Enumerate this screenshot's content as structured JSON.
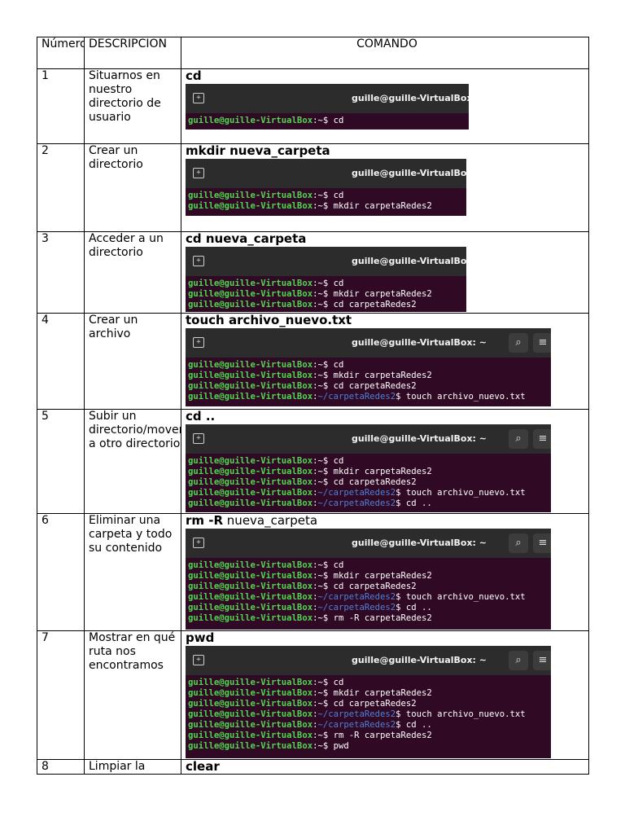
{
  "header": {
    "num": "Número",
    "desc": "DESCRIPCION",
    "cmd": "COMANDO"
  },
  "user": "guille@guille-VirtualBox",
  "prompt_prefix": ":~$ ",
  "rows": [
    {
      "num": "1",
      "desc": "Situarnos en nuestro directorio de usuario",
      "cmd_bold": "cd",
      "cmd_rest": "",
      "title": "guille@guille-VirtualBox: ~",
      "show_buttons": false,
      "lines": [
        {
          "u": "guille@guille-VirtualBox",
          "s": ":~$ ",
          "c": "cd"
        }
      ]
    },
    {
      "num": "2",
      "desc": "Crear un directorio",
      "cmd_bold": "mkdir nueva_carpeta",
      "cmd_rest": "",
      "title": "guille@guille-VirtualBox:",
      "show_buttons": false,
      "lines": [
        {
          "u": "guille@guille-VirtualBox",
          "s": ":~$ ",
          "c": "cd"
        },
        {
          "u": "guille@guille-VirtualBox",
          "s": ":~$ ",
          "c": "mkdir carpetaRedes2"
        }
      ]
    },
    {
      "num": "3",
      "desc": "Acceder a un directorio",
      "cmd_bold": "cd nueva_carpeta",
      "cmd_rest": "",
      "title": "guille@guille-VirtualBox:",
      "show_buttons": false,
      "lines": [
        {
          "u": "guille@guille-VirtualBox",
          "s": ":~$ ",
          "c": "cd"
        },
        {
          "u": "guille@guille-VirtualBox",
          "s": ":~$ ",
          "c": "mkdir carpetaRedes2"
        },
        {
          "u": "guille@guille-VirtualBox",
          "s": ":~$ ",
          "c": "cd carpetaRedes2"
        }
      ]
    },
    {
      "num": "4",
      "desc": "Crear un archivo",
      "cmd_bold": "touch archivo_nuevo.txt",
      "cmd_rest": "",
      "title": "guille@guille-VirtualBox: ~",
      "show_buttons": true,
      "lines": [
        {
          "u": "guille@guille-VirtualBox",
          "s": ":~$ ",
          "c": "cd"
        },
        {
          "u": "guille@guille-VirtualBox",
          "s": ":~$ ",
          "c": "mkdir carpetaRedes2"
        },
        {
          "u": "guille@guille-VirtualBox",
          "s": ":~$ ",
          "c": "cd carpetaRedes2"
        },
        {
          "u": "guille@guille-VirtualBox",
          "s": ":",
          "p": "~/carpetaRedes2",
          "s2": "$ ",
          "c": "touch archivo_nuevo.txt"
        }
      ]
    },
    {
      "num": "5",
      "desc": "Subir un directorio/moverse a otro directorio",
      "cmd_bold": "cd ..",
      "cmd_rest": "",
      "title": "guille@guille-VirtualBox: ~",
      "show_buttons": true,
      "lines": [
        {
          "u": "guille@guille-VirtualBox",
          "s": ":~$ ",
          "c": "cd"
        },
        {
          "u": "guille@guille-VirtualBox",
          "s": ":~$ ",
          "c": "mkdir carpetaRedes2"
        },
        {
          "u": "guille@guille-VirtualBox",
          "s": ":~$ ",
          "c": "cd carpetaRedes2"
        },
        {
          "u": "guille@guille-VirtualBox",
          "s": ":",
          "p": "~/carpetaRedes2",
          "s2": "$ ",
          "c": "touch archivo_nuevo.txt"
        },
        {
          "u": "guille@guille-VirtualBox",
          "s": ":",
          "p": "~/carpetaRedes2",
          "s2": "$ ",
          "c": "cd .."
        }
      ]
    },
    {
      "num": "6",
      "desc": "Eliminar una carpeta y todo su contenido",
      "cmd_bold": "rm -R",
      "cmd_rest": " nueva_carpeta",
      "title": "guille@guille-VirtualBox: ~",
      "show_buttons": true,
      "lines": [
        {
          "u": "guille@guille-VirtualBox",
          "s": ":~$ ",
          "c": "cd"
        },
        {
          "u": "guille@guille-VirtualBox",
          "s": ":~$ ",
          "c": "mkdir carpetaRedes2"
        },
        {
          "u": "guille@guille-VirtualBox",
          "s": ":~$ ",
          "c": "cd carpetaRedes2"
        },
        {
          "u": "guille@guille-VirtualBox",
          "s": ":",
          "p": "~/carpetaRedes2",
          "s2": "$ ",
          "c": "touch archivo_nuevo.txt"
        },
        {
          "u": "guille@guille-VirtualBox",
          "s": ":",
          "p": "~/carpetaRedes2",
          "s2": "$ ",
          "c": "cd .."
        },
        {
          "u": "guille@guille-VirtualBox",
          "s": ":~$ ",
          "c": "rm -R carpetaRedes2"
        }
      ]
    },
    {
      "num": "7",
      "desc": "Mostrar en qué ruta nos encontramos",
      "cmd_bold": "pwd",
      "cmd_rest": "",
      "title": "guille@guille-VirtualBox: ~",
      "show_buttons": true,
      "lines": [
        {
          "u": "guille@guille-VirtualBox",
          "s": ":~$ ",
          "c": "cd"
        },
        {
          "u": "guille@guille-VirtualBox",
          "s": ":~$ ",
          "c": "mkdir carpetaRedes2"
        },
        {
          "u": "guille@guille-VirtualBox",
          "s": ":~$ ",
          "c": "cd carpetaRedes2"
        },
        {
          "u": "guille@guille-VirtualBox",
          "s": ":",
          "p": "~/carpetaRedes2",
          "s2": "$ ",
          "c": "touch archivo_nuevo.txt"
        },
        {
          "u": "guille@guille-VirtualBox",
          "s": ":",
          "p": "~/carpetaRedes2",
          "s2": "$ ",
          "c": "cd .."
        },
        {
          "u": "guille@guille-VirtualBox",
          "s": ":~$ ",
          "c": "rm -R carpetaRedes2"
        },
        {
          "u": "guille@guille-VirtualBox",
          "s": ":~$ ",
          "c": "pwd"
        }
      ]
    },
    {
      "num": "8",
      "desc": "Limpiar la",
      "cmd_bold": "clear",
      "cmd_rest": "",
      "title": "",
      "show_buttons": false,
      "lines": []
    }
  ],
  "icons": {
    "new_tab": "new-tab-icon",
    "search": "search-icon",
    "menu": "hamburger-menu-icon"
  },
  "colors": {
    "terminal_bg": "#300a24",
    "titlebar_bg": "#2c2c2c",
    "user_green": "#4fd64f",
    "path_blue": "#4f7fd6"
  }
}
